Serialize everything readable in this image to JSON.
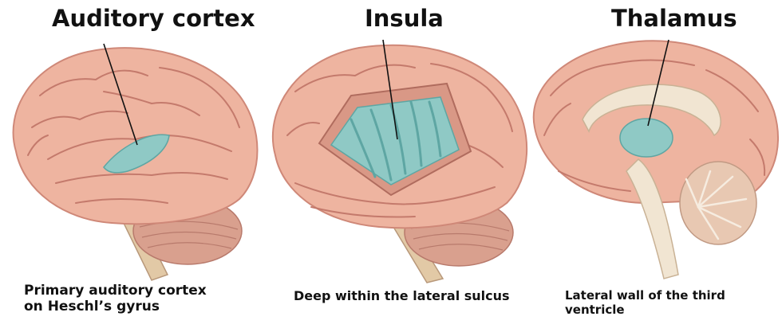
{
  "panels": [
    {
      "title": "Auditory cortex",
      "caption_lines": [
        "Primary auditory cortex",
        "on Heschl’s gyrus"
      ]
    },
    {
      "title": "Insula",
      "caption_lines": [
        "Deep within the lateral sulcus"
      ]
    },
    {
      "title": "Thalamus",
      "caption_lines": [
        "Lateral wall of the third ventricle"
      ]
    }
  ],
  "colors": {
    "brain": "#eeb4a0",
    "brain_dark": "#cf8878",
    "gyri_line": "#c47a6c",
    "highlight": "#8fc9c5",
    "highlight_dark": "#5ea6a3",
    "stem": "#e2c9a6",
    "cerebellum": "#d9a08e",
    "medial_white": "#f1e5d2"
  }
}
